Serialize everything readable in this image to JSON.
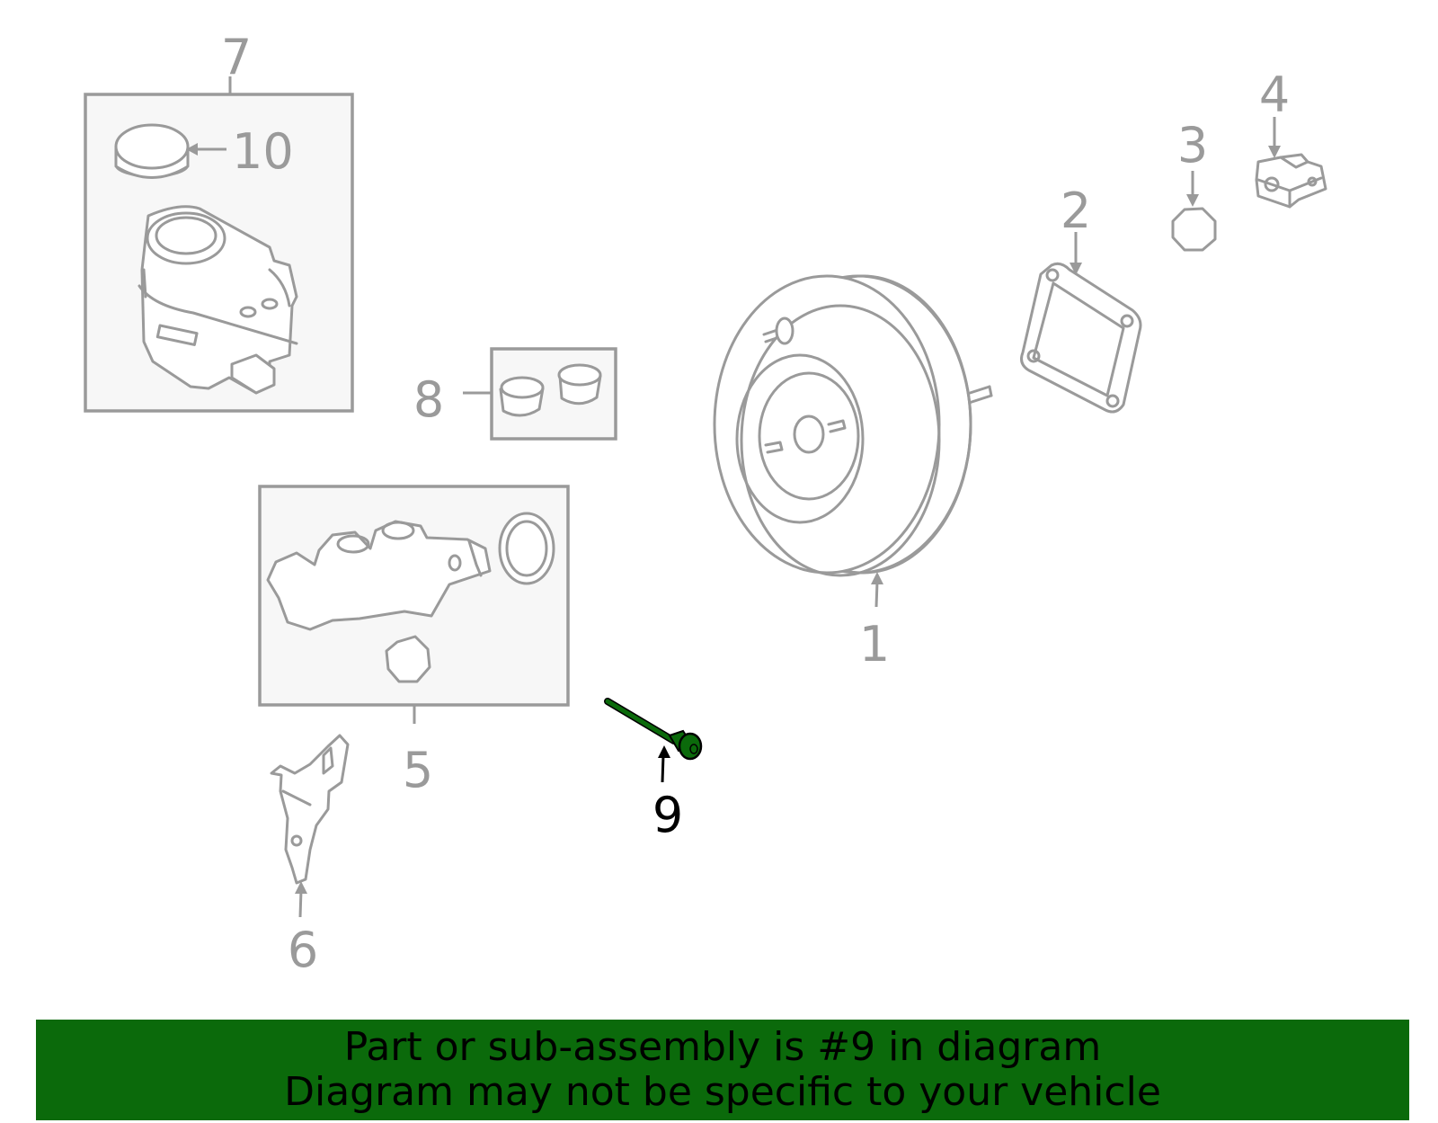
{
  "diagram": {
    "callouts": {
      "c1": "1",
      "c2": "2",
      "c3": "3",
      "c4": "4",
      "c5": "5",
      "c6": "6",
      "c7": "7",
      "c8": "8",
      "c9": "9",
      "c10": "10"
    },
    "highlighted_part": "9",
    "colors": {
      "part_line": "#9a9a9a",
      "highlight": "#0b6a0b",
      "banner_bg": "#0b6a0b",
      "group_box_fill": "#f7f7f7"
    }
  },
  "banner": {
    "line1": "Part or sub-assembly is #9 in diagram",
    "line2": "Diagram may not be specific to your vehicle"
  }
}
